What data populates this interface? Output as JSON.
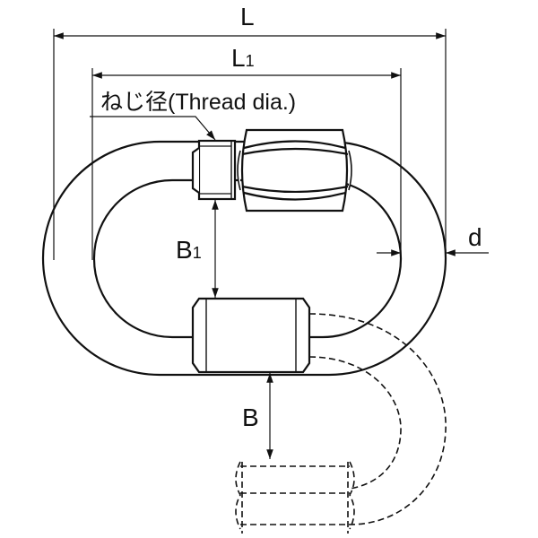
{
  "diagram": {
    "title_labels": {
      "L": "L",
      "L1_main": "L",
      "L1_sub": "1",
      "thread": "ねじ径(Thread dia.)",
      "B1_main": "B",
      "B1_sub": "1",
      "B": "B",
      "d": "d"
    },
    "colors": {
      "line": "#111111",
      "background": "#ffffff"
    }
  }
}
